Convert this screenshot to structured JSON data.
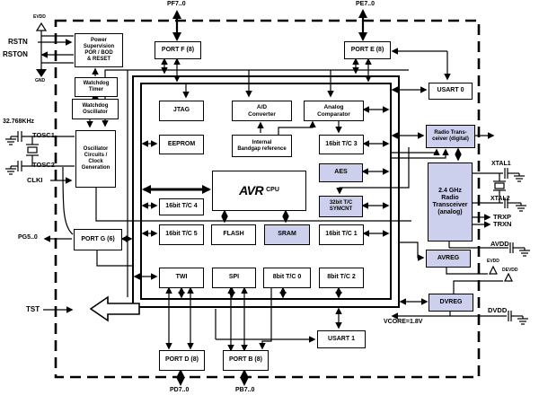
{
  "diagram": {
    "title": "AVR 2.4 GHz transceiver microcontroller block diagram",
    "colors": {
      "shaded_block": "#cdd0ec",
      "line": "#000000",
      "background": "#ffffff"
    },
    "pins": {
      "evdd_top": "EVDD",
      "rstn": "RSTN",
      "rston": "RSTON",
      "gnd": "GND",
      "clock_freq": "32.768KHz",
      "tosc1": "TOSC1",
      "tosc2": "TOSC2",
      "clki": "CLKI",
      "pg": "PG5..0",
      "tst": "TST",
      "pf": "PF7..0",
      "pe": "PE7..0",
      "pd": "PD7..0",
      "pb": "PB7..0",
      "xtal1": "XTAL1",
      "xtal2": "XTAL2",
      "trxp": "TRXP",
      "trxn": "TRXN",
      "avdd": "AVDD",
      "evdd_right": "EVDD",
      "devdd": "DEVDD",
      "dvdd": "DVDD",
      "vcore": "VCORE=1.8V"
    },
    "blocks": {
      "power_supervision": {
        "label": "Power\nSupervision\nPOR / BOD\n& RESET"
      },
      "watchdog_timer": {
        "label": "Watchdog\nTimer"
      },
      "watchdog_osc": {
        "label": "Watchdog\nOscillator"
      },
      "oscillator": {
        "label": "Oscillator\nCircuits /\nClock\nGeneration"
      },
      "port_g": {
        "label": "PORT G (6)"
      },
      "port_f": {
        "label": "PORT F (8)"
      },
      "port_e": {
        "label": "PORT E (8)"
      },
      "usart0": {
        "label": "USART 0"
      },
      "jtag": {
        "label": "JTAG"
      },
      "adc": {
        "label": "A/D\nConverter"
      },
      "analog_comp": {
        "label": "Analog\nComparator"
      },
      "eeprom": {
        "label": "EEPROM"
      },
      "bandgap": {
        "label": "Internal\nBandgap reference"
      },
      "tc3": {
        "label": "16bit T/C 3"
      },
      "cpu": {
        "logo": "AVR",
        "label": "CPU"
      },
      "aes": {
        "label": "AES"
      },
      "tc4": {
        "label": "16bit T/C 4"
      },
      "symcnt": {
        "label": "32bit T/C\nSYMCNT"
      },
      "tc5": {
        "label": "16bit T/C 5"
      },
      "flash": {
        "label": "FLASH"
      },
      "sram": {
        "label": "SRAM"
      },
      "tc1": {
        "label": "16bit T/C 1"
      },
      "twi": {
        "label": "TWI"
      },
      "spi": {
        "label": "SPI"
      },
      "tc0": {
        "label": "8bit T/C 0"
      },
      "tc2": {
        "label": "8bit T/C 2"
      },
      "usart1": {
        "label": "USART 1"
      },
      "port_d": {
        "label": "PORT D (8)"
      },
      "port_b": {
        "label": "PORT B (8)"
      },
      "radio_digital": {
        "label": "Radio Trans-\nceiver (digital)"
      },
      "radio_analog": {
        "label": "2.4 GHz\nRadio\nTransceiver\n(analog)"
      },
      "avreg": {
        "label": "AVREG"
      },
      "dvreg": {
        "label": "DVREG"
      }
    }
  }
}
